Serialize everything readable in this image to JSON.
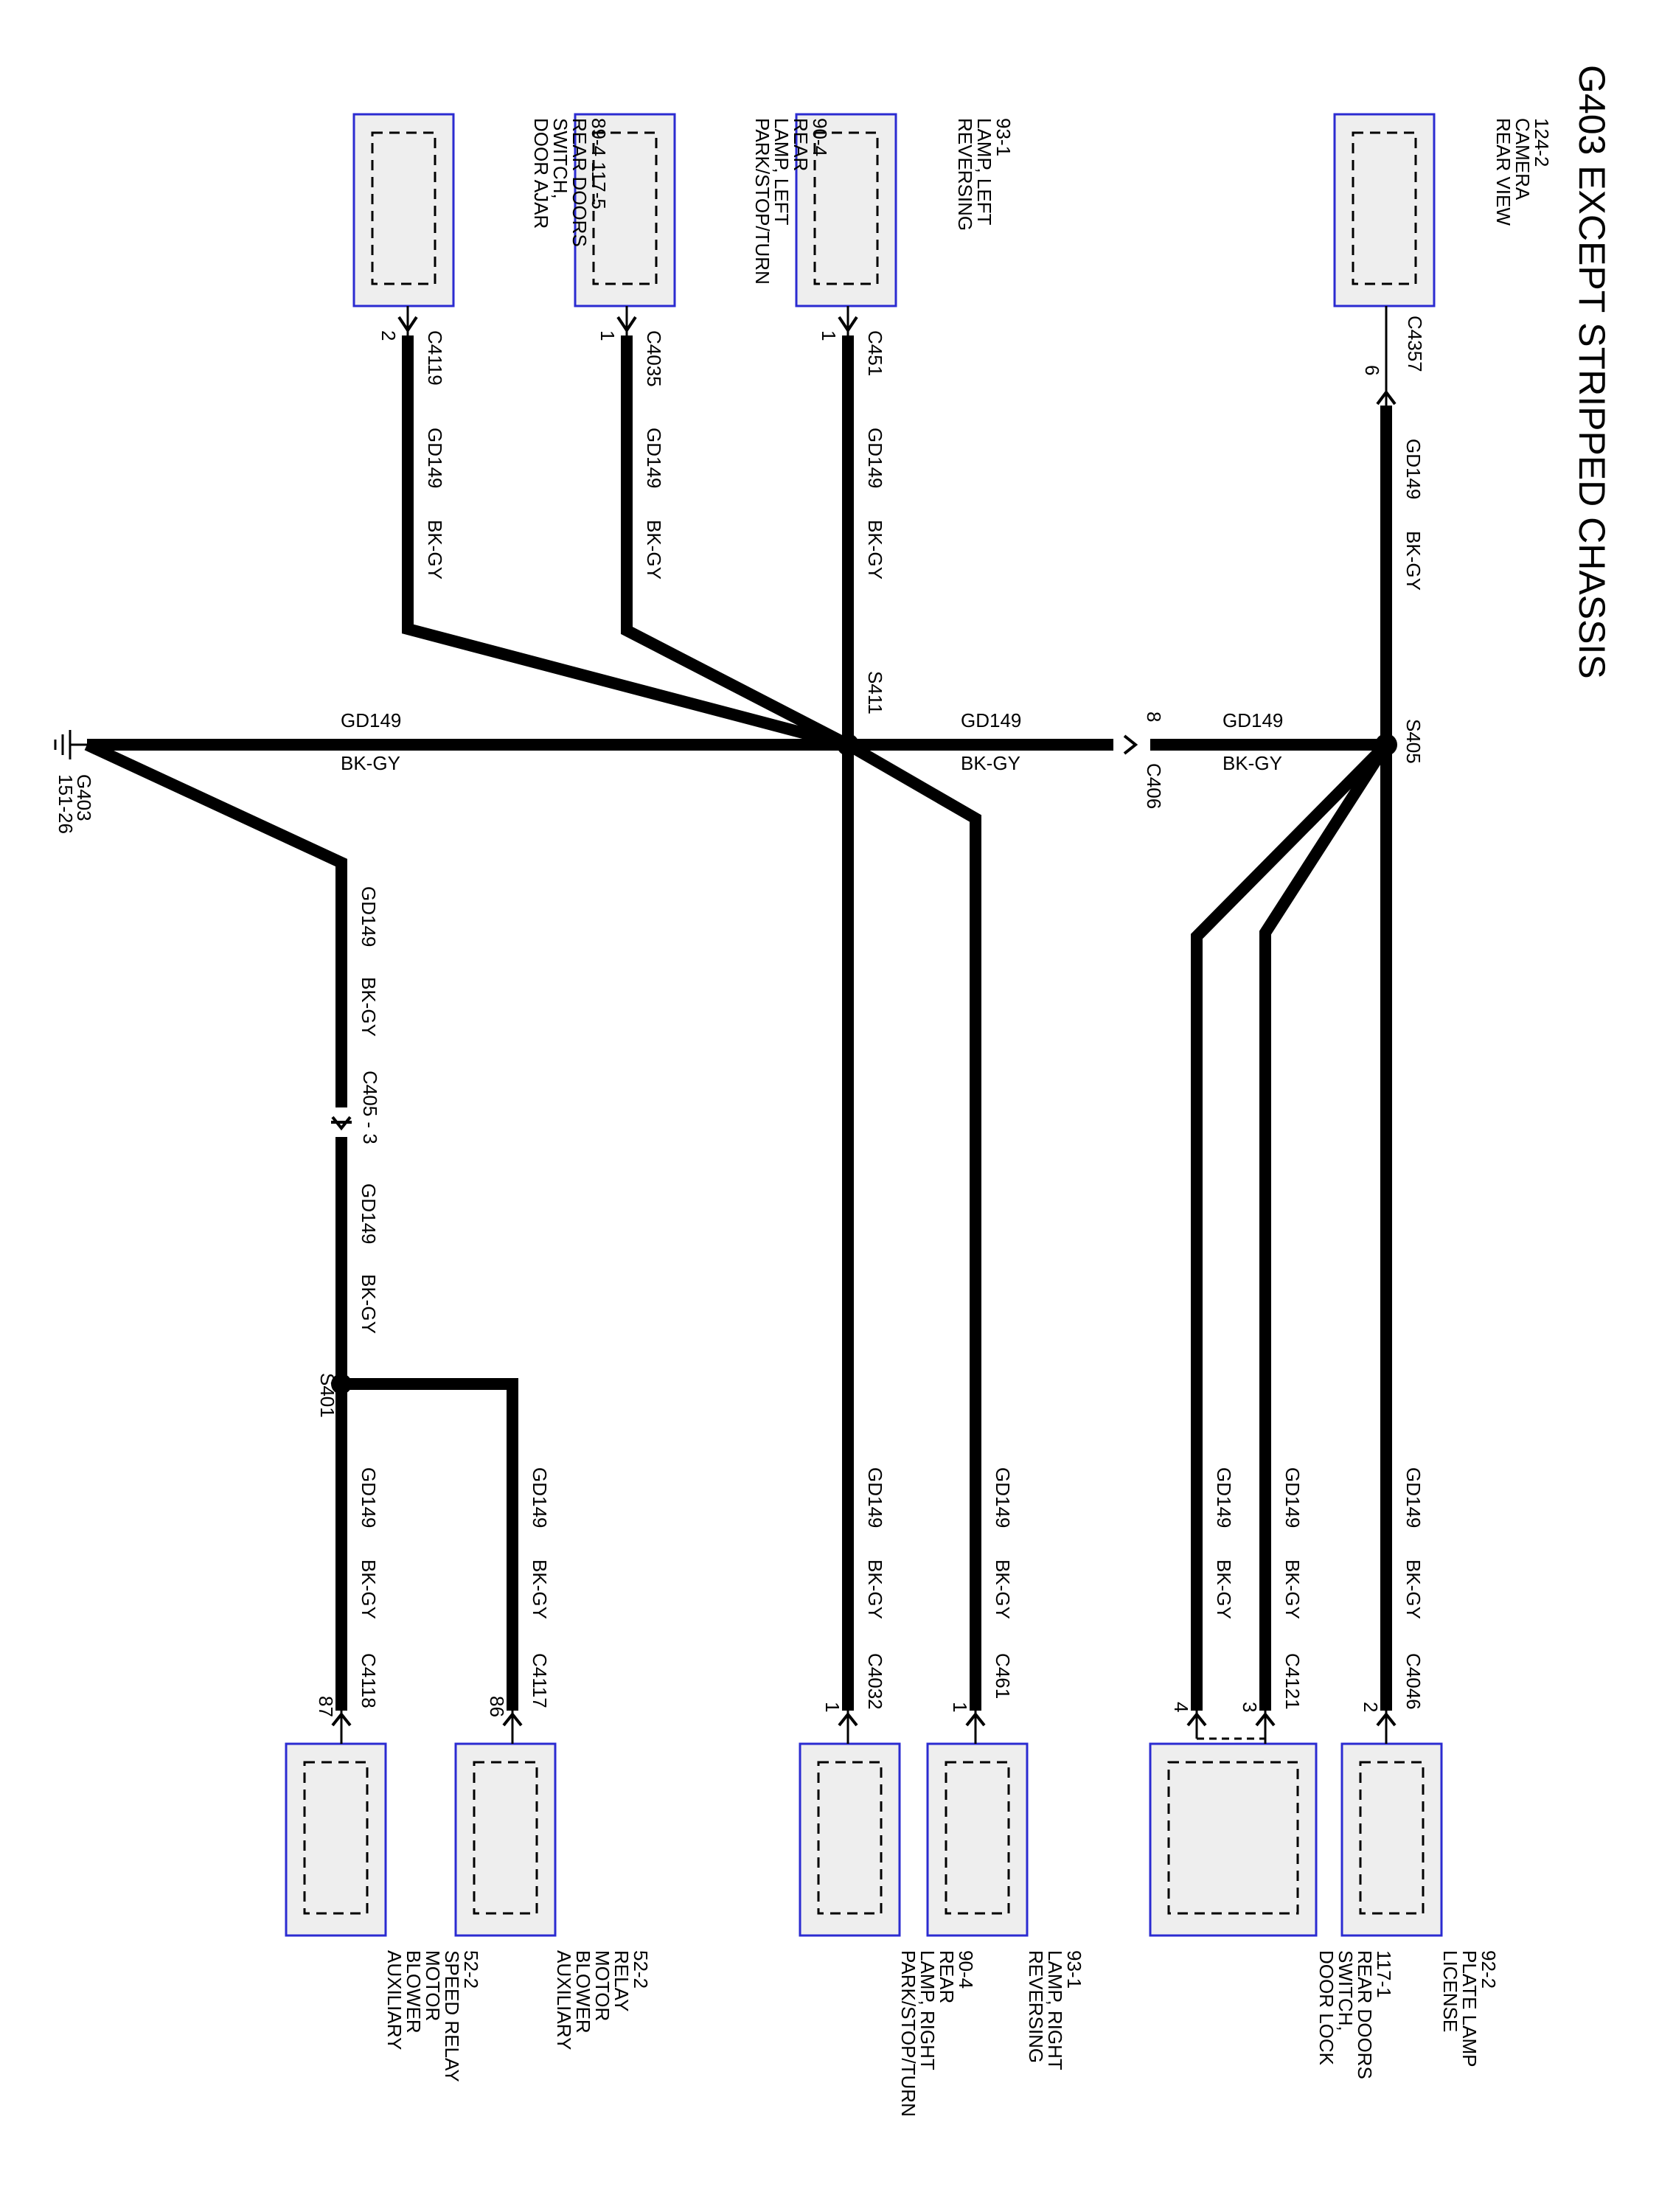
{
  "title": "G403 EXCEPT STRIPPED CHASSIS",
  "colors": {
    "component_border": "#2b2bd1",
    "component_fill": "#eeeeee",
    "wire": "#000000"
  },
  "wire": {
    "circuit": "GD149",
    "color": "BK-GY"
  },
  "components": {
    "rear_view_camera": [
      "REAR VIEW",
      "CAMERA",
      "124-2"
    ],
    "reversing_lamp_left": [
      "REVERSING",
      "LAMP, LEFT",
      "93-1"
    ],
    "park_stop_turn_left": [
      "PARK/STOP/TURN",
      "LAMP, LEFT",
      "REAR",
      "90-4"
    ],
    "door_ajar_switch": [
      "DOOR AJAR",
      "SWITCH,",
      "REAR DOORS",
      "89-4    117-5"
    ],
    "license_plate_lamp": [
      "LICENSE",
      "PLATE LAMP",
      "92-2"
    ],
    "door_lock_switch": [
      "DOOR LOCK",
      "SWITCH,",
      "REAR DOORS",
      "117-1"
    ],
    "reversing_lamp_right": [
      "REVERSING",
      "LAMP, RIGHT",
      "93-1"
    ],
    "park_stop_turn_right": [
      "PARK/STOP/TURN",
      "LAMP, RIGHT",
      "REAR",
      "90-4"
    ],
    "aux_blower_relay": [
      "AUXILIARY",
      "BLOWER",
      "MOTOR",
      "RELAY",
      "52-2"
    ],
    "aux_blower_speed_relay": [
      "AUXILIARY",
      "BLOWER",
      "MOTOR",
      "SPEED RELAY",
      "52-2"
    ]
  },
  "connectors": {
    "c4357": {
      "name": "C4357",
      "pin": "6"
    },
    "c451": {
      "name": "C451",
      "pin": "1"
    },
    "c4035": {
      "name": "C4035",
      "pin": "1"
    },
    "c4119": {
      "name": "C4119",
      "pin": "2"
    },
    "c4046": {
      "name": "C4046",
      "pin": "2"
    },
    "c4121": {
      "name": "C4121",
      "pin_a": "3",
      "pin_b": "4"
    },
    "c461": {
      "name": "C461",
      "pin": "1"
    },
    "c4032": {
      "name": "C4032",
      "pin": "1"
    },
    "c4117": {
      "name": "C4117",
      "pin": "86"
    },
    "c4118": {
      "name": "C4118",
      "pin": "87"
    },
    "c406": {
      "name": "C406",
      "pin": "8"
    },
    "c405": {
      "name": "C405 - 3"
    }
  },
  "splices": {
    "s405": "S405",
    "s411": "S411",
    "s401": "S401"
  },
  "ground": {
    "name": "G403",
    "ref": "151-26"
  }
}
